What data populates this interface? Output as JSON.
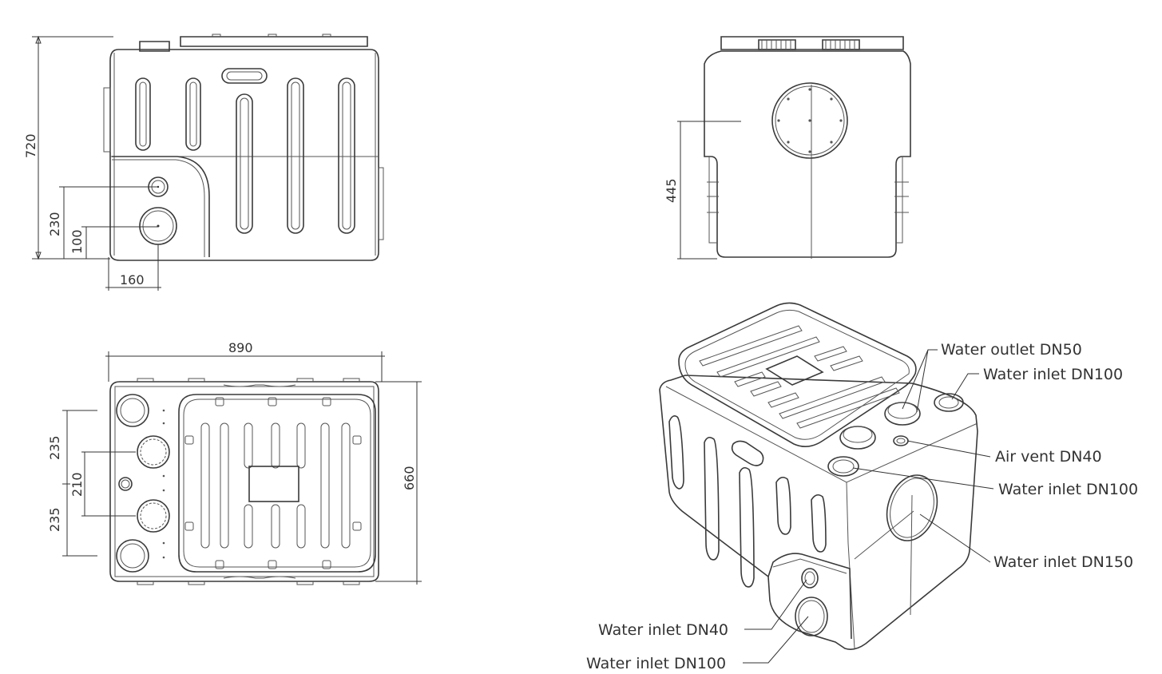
{
  "dimensions": {
    "height_total": "720",
    "height_inlet_small": "230",
    "height_inlet_large": "100",
    "offset_inlet": "160",
    "width_total": "890",
    "depth_total": "660",
    "spacing_top": "235",
    "spacing_middle": "210",
    "spacing_bottom": "235",
    "height_side_inlet": "445"
  },
  "labels": {
    "water_outlet_dn50": "Water outlet DN50",
    "water_inlet_dn100_top": "Water inlet DN100",
    "air_vent_dn40": "Air vent DN40",
    "water_inlet_dn100_mid": "Water inlet DN100",
    "water_inlet_dn150": "Water inlet DN150",
    "water_inlet_dn40": "Water inlet DN40",
    "water_inlet_dn100_bottom": "Water inlet DN100"
  }
}
